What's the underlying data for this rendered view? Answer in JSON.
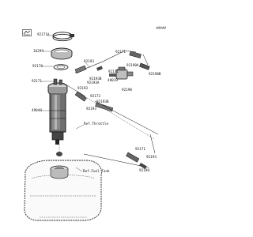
{
  "diagram": {
    "code": "#####",
    "ref_labels": {
      "throttle": "Ref.Throttle",
      "fuel_tank": "Ref.Fuel Tank"
    },
    "part_numbers": {
      "p92171A": "92171A",
      "p16299": "16299",
      "p92170": "92170",
      "p92171_left": "92171",
      "p49040": "49040",
      "p92193_top": "92193",
      "p92193B": "92193B",
      "p92193A": "92193A",
      "p92193_mid": "92193",
      "p92171_upper_right": "92171",
      "p92171_right": "92171",
      "p92190A": "92190A",
      "p49019": "49019",
      "p92190": "92190",
      "p92173": "92173",
      "p92193B_low": "92193B",
      "p92190B": "92190B",
      "p92171_low": "92171",
      "p92193_low": "92193",
      "p92190_low": "92190"
    }
  }
}
